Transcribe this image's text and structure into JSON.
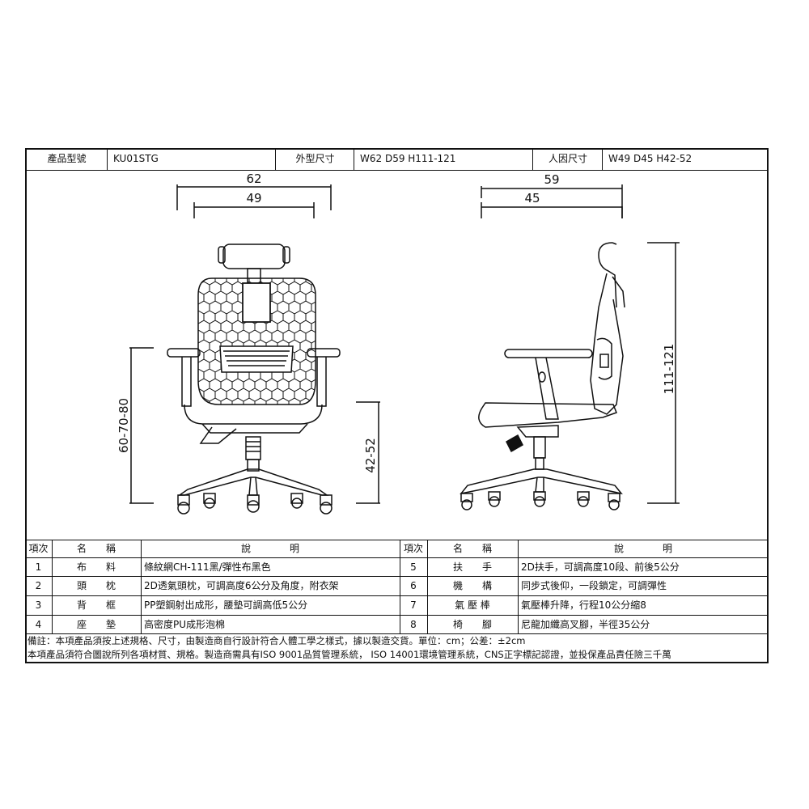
{
  "header": {
    "model_label": "產品型號",
    "model_value": "KU01STG",
    "size_label": "外型尺寸",
    "size_value": "W62 D59 H111-121",
    "ergo_label": "人因尺寸",
    "ergo_value": "W49 D45 H42-52"
  },
  "dimensions": {
    "front_overall_width": "62",
    "front_seat_width": "49",
    "side_overall_depth": "59",
    "side_seat_depth": "45",
    "armrest_height": "60-70-80",
    "seat_height": "42-52",
    "overall_height": "111-121"
  },
  "table": {
    "headers": {
      "index": "項次",
      "name": "名　　稱",
      "desc": "說　　　　明"
    },
    "rows": [
      {
        "left": {
          "idx": "1",
          "name": "布　　料",
          "desc": "條紋網CH-111黑/彈性布黑色"
        },
        "right": {
          "idx": "5",
          "name": "扶　　手",
          "desc": "2D扶手，可調高度10段、前後5公分"
        }
      },
      {
        "left": {
          "idx": "2",
          "name": "頭　　枕",
          "desc": "2D透氣頭枕，可調高度6公分及角度，附衣架"
        },
        "right": {
          "idx": "6",
          "name": "機　　構",
          "desc": "同步式後仰，一段鎖定，可調彈性"
        }
      },
      {
        "left": {
          "idx": "3",
          "name": "背　　框",
          "desc": "PP塑鋼射出成形，腰墊可調高低5公分"
        },
        "right": {
          "idx": "7",
          "name": "氣 壓 棒",
          "desc": "氣壓棒升降，行程10公分縮8"
        }
      },
      {
        "left": {
          "idx": "4",
          "name": "座　　墊",
          "desc": "高密度PU成形泡棉"
        },
        "right": {
          "idx": "8",
          "name": "椅　　腳",
          "desc": "尼龍加纖高叉腳，半徑35公分"
        }
      }
    ]
  },
  "notes": {
    "line1": "備註：本項產品須按上述規格、尺寸，由製造商自行設計符合人體工學之樣式，據以製造交貨。單位：cm；公差：±2cm",
    "line2": "本項產品須符合圖說所列各項材質、規格。製造商需具有ISO 9001品質管理系統， ISO 14001環境管理系統，CNS正字標記認證，並投保產品責任險三千萬"
  }
}
